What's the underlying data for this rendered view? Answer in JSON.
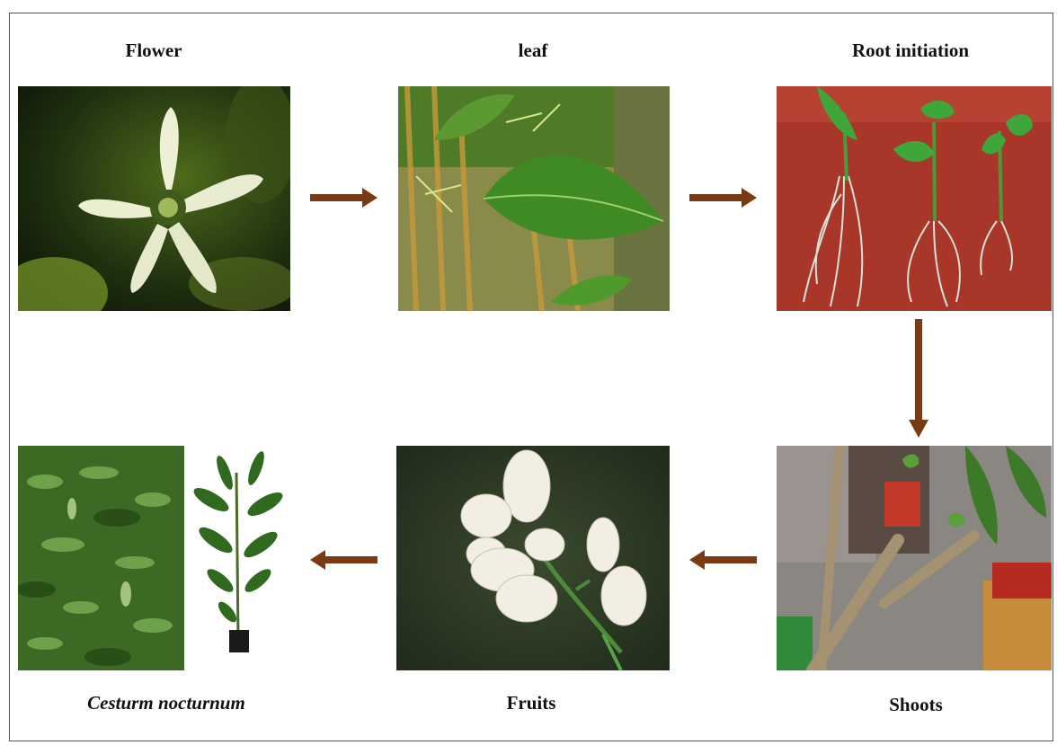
{
  "stages": {
    "flower": "Flower",
    "leaf": "leaf",
    "root_initiation": "Root initiation",
    "shoots": "Shoots",
    "fruits": "Fruits",
    "species": "Cesturm nocturnum"
  },
  "colors": {
    "arrow": "#7a3b12",
    "frame": "#555555"
  }
}
